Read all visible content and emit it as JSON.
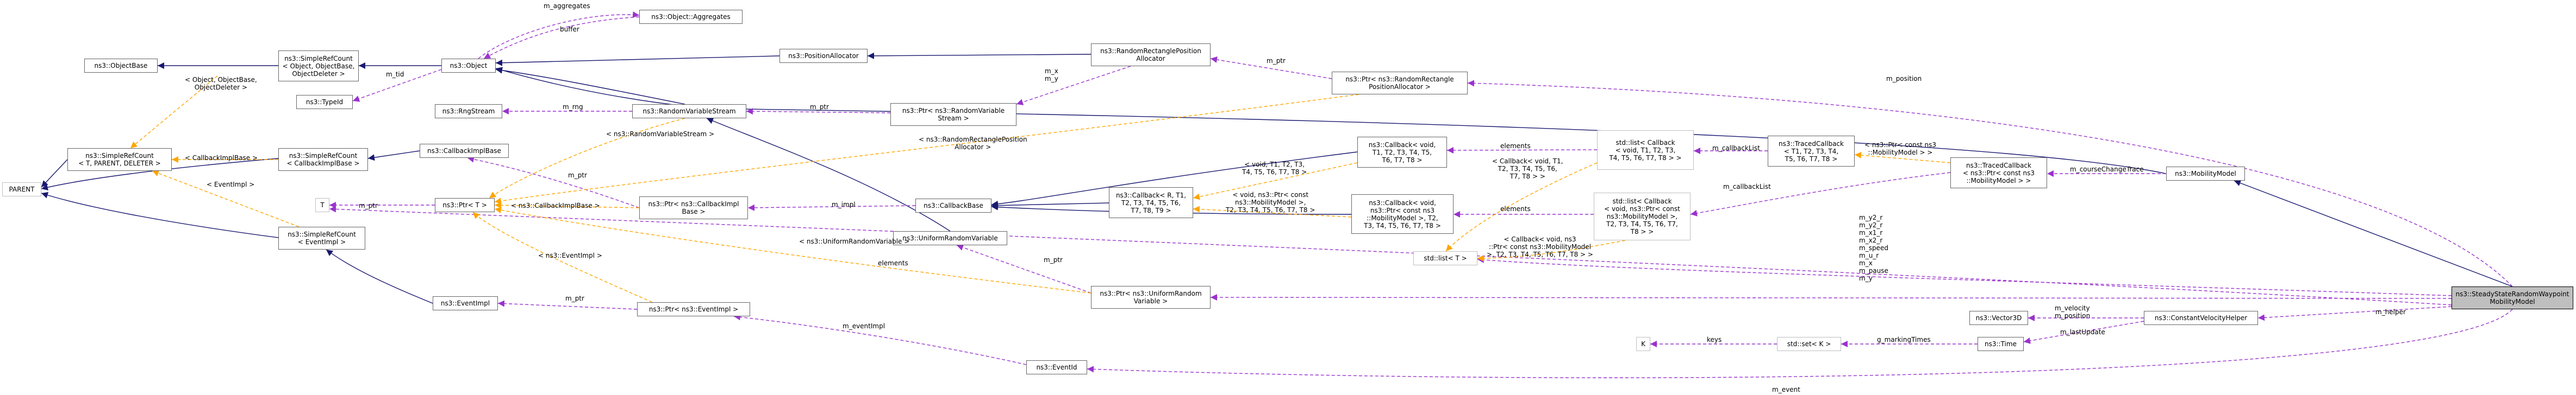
{
  "colors": {
    "inherit": "#191970",
    "use": "#9a32cd",
    "template": "#ffa500",
    "border": "#666666",
    "focus_fill": "#bfbfbf"
  },
  "nodes": {
    "n_objectbase": "ns3::ObjectBase",
    "n_simplerefcount_obj": "ns3::SimpleRefCount\n< Object, ObjectBase,\nObjectDeleter >",
    "n_object": "ns3::Object",
    "n_aggregates": "ns3::Object::Aggregates",
    "n_typeid": "ns3::TypeId",
    "n_rngstream": "ns3::RngStream",
    "n_rvstream": "ns3::RandomVariableStream",
    "n_positionallocator": "ns3::PositionAllocator",
    "n_rrpa": "ns3::RandomRectanglePosition\nAllocator",
    "n_ptr_rrpa": "ns3::Ptr< ns3::RandomRectangle\nPositionAllocator >",
    "n_ptr_rvs": "ns3::Ptr< ns3::RandomVariable\nStream >",
    "n_parent": "PARENT",
    "n_srcount_tparent": "ns3::SimpleRefCount\n< T, PARENT, DELETER >",
    "n_srcount_cbimpl": "ns3::SimpleRefCount\n< CallbackImplBase >",
    "n_cbimplbase": "ns3::CallbackImplBase",
    "n_t": "T",
    "n_ptr_t": "ns3::Ptr< T >",
    "n_srcount_eventimpl": "ns3::SimpleRefCount\n< EventImpl >",
    "n_ptr_cbimplbase": "ns3::Ptr< ns3::CallbackImpl\nBase >",
    "n_cbbase": "ns3::CallbackBase",
    "n_urv": "ns3::UniformRandomVariable",
    "n_ptr_urv": "ns3::Ptr< ns3::UniformRandom\nVariable >",
    "n_eventimpl": "ns3::EventImpl",
    "n_ptr_eventimpl": "ns3::Ptr< ns3::EventImpl >",
    "n_eventid": "ns3::EventId",
    "n_cb_t": "ns3::Callback< void,\nT1, T2, T3, T4, T5,\nT6, T7, T8 >",
    "n_cb_r": "ns3::Callback< R, T1,\nT2, T3, T4, T5, T6,\nT7, T8, T9 >",
    "n_cb_mm": "ns3::Callback< void,\nns3::Ptr< const ns3\n::MobilityModel >, T2,\nT3, T4, T5, T6, T7, T8 >",
    "n_stdlist_t": "std::list< T >",
    "n_stdlist_cb": "std::list< Callback\n< void, T1, T2, T3,\nT4, T5, T6, T7, T8 > >",
    "n_stdlist_cbmm": "std::list< Callback\n< void, ns3::Ptr< const\nns3::MobilityModel >,\nT2, T3, T4, T5, T6, T7,\nT8 > >",
    "n_traced_cb": "ns3::TracedCallback\n< T1, T2, T3, T4,\nT5, T6, T7, T8 >",
    "n_traced_cb_mm": "ns3::TracedCallback\n< ns3::Ptr< const ns3\n::MobilityModel > >",
    "n_mobilitymodel": "ns3::MobilityModel",
    "n_steady": "ns3::SteadyStateRandomWaypoint\nMobilityModel",
    "n_vector3d": "ns3::Vector3D",
    "n_cvhelper": "ns3::ConstantVelocityHelper",
    "n_time": "ns3::Time",
    "n_stdset": "std::set< K >",
    "n_k": "K"
  },
  "edge_labels": {
    "l_aggregates": "m_aggregates",
    "l_buffer": "buffer",
    "l_tid": "m_tid",
    "l_rng": "m_rng",
    "l_ptr_rvs": "m_ptr",
    "l_mxy": "m_x\nm_y",
    "l_ptr_rrpa": "m_ptr",
    "l_position": "m_position",
    "l_tmpl_obj": "< Object, ObjectBase,\nObjectDeleter >",
    "l_tmpl_cbimpl": "< CallbackImplBase >",
    "l_tmpl_eventimpl": "< EventImpl >",
    "l_rvs_tmpl": "< ns3::RandomVariableStream >",
    "l_rrpa_tmpl": "< ns3::RandomRectanglePosition\nAllocator >",
    "l_ptr_t": "m_ptr",
    "l_cbimpl_tmpl": "< ns3::CallbackImplBase >",
    "l_ptr_cbimpl": "m_ptr",
    "l_impl": "m_impl",
    "l_urv_tmpl": "< ns3::UniformRandomVariable >",
    "l_elements_left": "elements",
    "l_eventimpl_tmpl": "< ns3::EventImpl >",
    "l_ptr_eventimpl": "m_ptr",
    "l_ptr_urv": "m_ptr",
    "l_eventimpl": "m_eventImpl",
    "l_cbt_tmpl": "< void, T1, T2, T3,\nT4, T5, T6, T7, T8 >",
    "l_cbr_tmpl": "< void, ns3::Ptr< const\nns3::MobilityModel >,\nT2, T3, T4, T5, T6, T7, T8 >",
    "l_elements_top": "elements",
    "l_elements_mid": "elements",
    "l_stdlist_cb_tmpl": "< Callback< void, T1,\nT2, T3, T4, T5, T6,\nT7, T8 > >",
    "l_stdlist_cbmm_tmpl": "< Callback< void, ns3\n::Ptr< const ns3::MobilityModel\n>, T2, T3, T4, T5, T6, T7, T8 > >",
    "l_callbacklist_top": "m_callbackList",
    "l_callbacklist_bot": "m_callbackList",
    "l_traced_tmpl": "< ns3::Ptr< const ns3\n::MobilityModel > >",
    "l_coursechange": "m_courseChangeTrace",
    "l_rand_vars": "m_y2_r\nm_y2_r\nm_x1_r\nm_x2_r\nm_speed\nm_u_r\nm_x\nm_pause\nm_y",
    "l_helper": "m_helper",
    "l_velocity": "m_velocity\nm_position",
    "l_lastupdate": "m_lastUpdate",
    "l_keys": "keys",
    "l_markingtimes": "g_markingTimes",
    "l_event": "m_event"
  }
}
